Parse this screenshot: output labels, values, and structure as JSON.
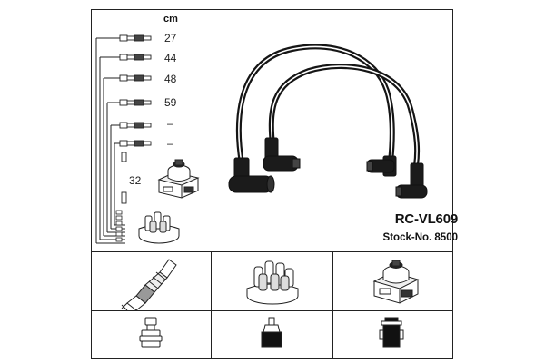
{
  "header": {
    "unit": "cm"
  },
  "leads": [
    {
      "length": "27"
    },
    {
      "length": "44"
    },
    {
      "length": "48"
    },
    {
      "length": "59"
    },
    {
      "length": "–"
    },
    {
      "length": "–"
    }
  ],
  "coil_lead": {
    "length": "32"
  },
  "product": {
    "name": "RC-VL609",
    "stock": "Stock-No. 8500"
  },
  "icons": {
    "coil": "ignition-coil-icon",
    "distributor": "distributor-cap-icon",
    "plug": "spark-plug-icon",
    "plug_boot": "spark-plug-connector-icon",
    "dist_term": "distributor-terminal-icon",
    "coil_term": "coil-terminal-icon"
  },
  "colors": {
    "line": "#1a1a1a",
    "cable": "#151515"
  }
}
